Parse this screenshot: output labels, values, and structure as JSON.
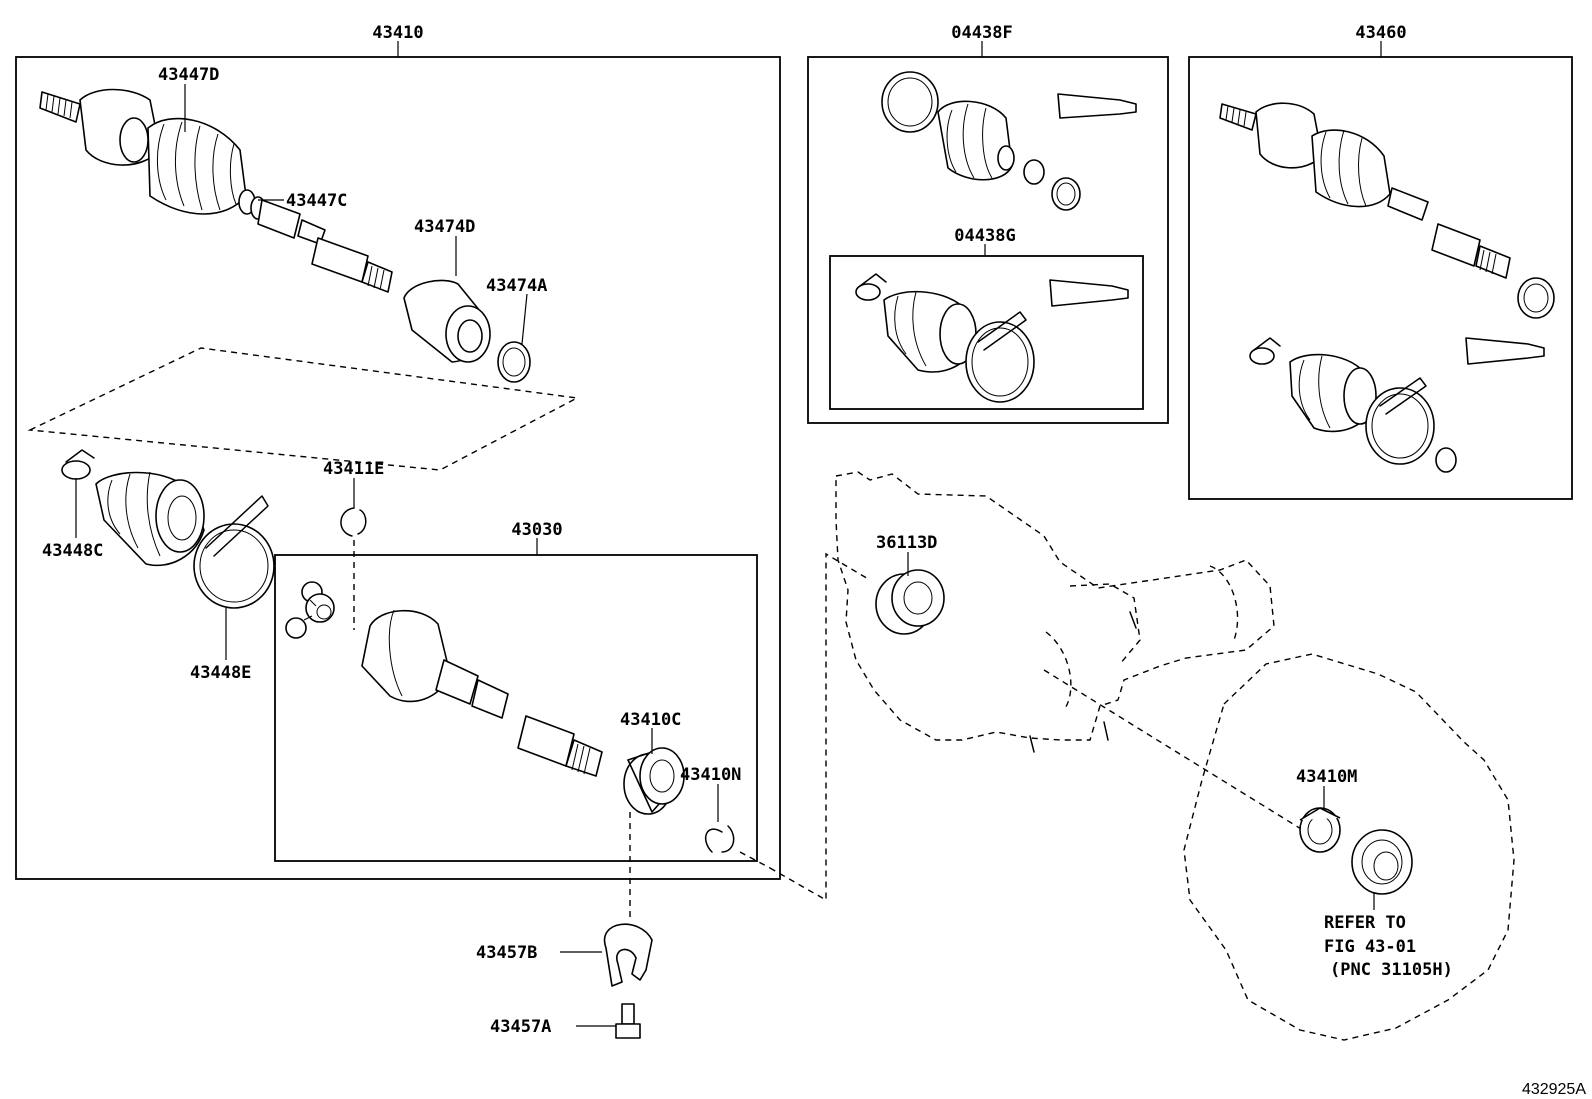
{
  "labels": {
    "assy_43410": "43410",
    "kit_04438F": "04438F",
    "kit_04438G": "04438G",
    "assy_43460": "43460",
    "p_43447D": "43447D",
    "p_43447C": "43447C",
    "p_43474D": "43474D",
    "p_43474A": "43474A",
    "p_43411E": "43411E",
    "p_43030": "43030",
    "p_43448C": "43448C",
    "p_43448E": "43448E",
    "p_43410C": "43410C",
    "p_43410N": "43410N",
    "p_43457B": "43457B",
    "p_43457A": "43457A",
    "p_36113D": "36113D",
    "p_43410M": "43410M"
  },
  "note": {
    "line1": "REFER TO",
    "line2": "FIG 43-01",
    "line3": "(PNC 31105H)"
  },
  "figure_id": "432925A"
}
